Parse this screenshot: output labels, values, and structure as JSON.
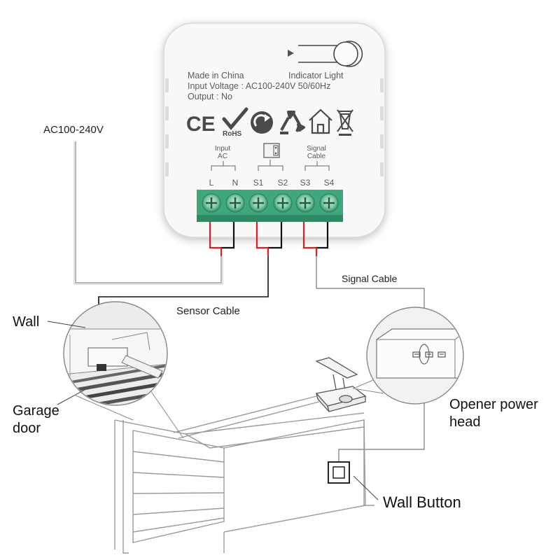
{
  "device": {
    "made_in": "Made in China",
    "indicator_light": "Indicator Light",
    "input_voltage": "Input Voltage : AC100-240V 50/60Hz",
    "output": "Output :  No",
    "cert_marks": {
      "ce": "CE",
      "rohs": "RoHS"
    },
    "groups": {
      "input_ac_line1": "Input",
      "input_ac_line2": "AC",
      "signal_cable_line1": "Signal",
      "signal_cable_line2": "Cable"
    },
    "terminals": [
      "L",
      "N",
      "S1",
      "S2",
      "S3",
      "S4"
    ],
    "icons": [
      "ce-mark",
      "rohs-check-icon",
      "recycle-arrow-icon",
      "recycle-triangle-icon",
      "house-icon",
      "weee-bin-icon",
      "reed-switch-icon",
      "indicator-light-icon"
    ],
    "colors": {
      "body": "#f7f7f7",
      "terminal_block": "#3ea77e",
      "wire_red": "#e31b23",
      "wire_black": "#111111"
    }
  },
  "labels": {
    "ac_input": "AC100-240V",
    "sensor_cable": "Sensor Cable",
    "signal_cable": "Signal Cable",
    "wall": "Wall",
    "garage_door_line1": "Garage",
    "garage_door_line2": "door",
    "opener_line1": "Opener power",
    "opener_line2": "head",
    "wall_button": "Wall Button"
  }
}
